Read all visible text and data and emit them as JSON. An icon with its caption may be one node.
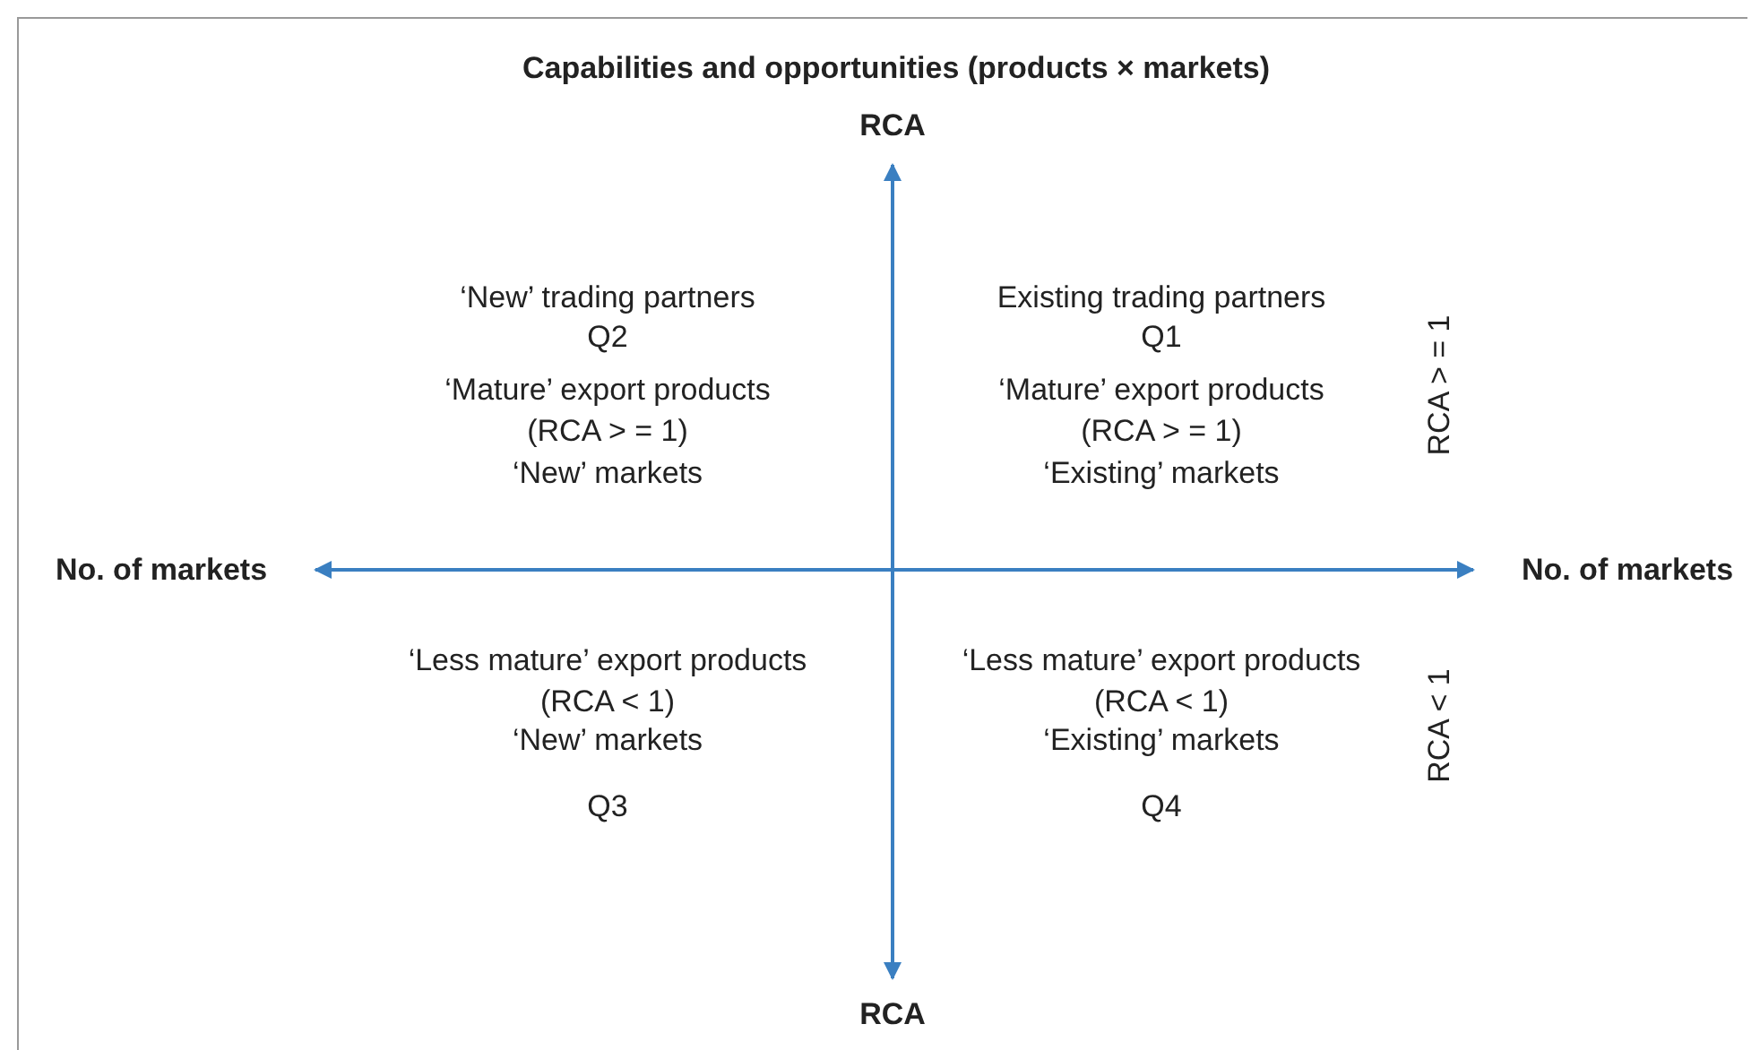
{
  "diagram": {
    "title": "Capabilities and opportunities (products × markets)",
    "labels": [
      "RCA",
      "‘New’ trading partners",
      "Q2",
      "‘Mature’ export products (RCA > = 1)",
      "‘New’ markets",
      "Existing trading partners",
      "Q1",
      "‘Mature’ export products (RCA > = 1)",
      "‘Existing’ markets",
      "RCA > = 1",
      "No. of markets",
      "No. of markets",
      "‘Less mature’ export products (RCA < 1)",
      "‘New’ markets",
      "‘Less mature’ export products (RCA < 1)",
      "‘Existing’ markets",
      "RCA < 1",
      "Q3",
      "Q4",
      "RCA"
    ]
  }
}
